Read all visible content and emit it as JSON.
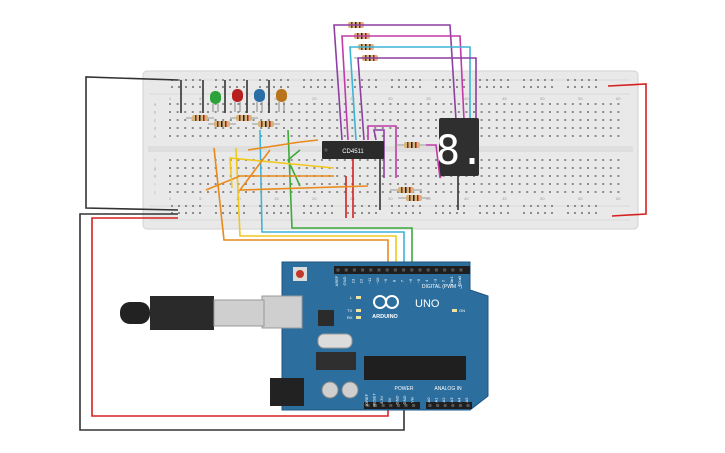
{
  "breadboard": {
    "column_numbers": [
      "1",
      "5",
      "10",
      "15",
      "20",
      "25",
      "30",
      "35",
      "40",
      "45",
      "50",
      "55",
      "60"
    ],
    "row_letters_top": [
      "a",
      "b",
      "c",
      "d",
      "e"
    ],
    "row_letters_bottom": [
      "f",
      "g",
      "h",
      "i",
      "j"
    ]
  },
  "ic": {
    "label": "CD4511"
  },
  "arduino": {
    "brand": "ARDUINO",
    "model": "UNO",
    "digital_label": "DIGITAL (PWM ~)",
    "power_label": "POWER",
    "analog_label": "ANALOG IN",
    "on_label": "ON",
    "l_label": "L",
    "tx_label": "TX",
    "rx_label": "RX",
    "digital_pins": [
      "AREF",
      "GND",
      "13",
      "12",
      "~11",
      "~10",
      "~9",
      "8",
      "7",
      "~6",
      "~5",
      "4",
      "~3",
      "2",
      "TX▸1",
      "RX◂0"
    ],
    "power_pins": [
      "IOREF",
      "RESET",
      "3.3V",
      "5V",
      "GND",
      "GND",
      "Vin"
    ],
    "analog_pins": [
      "A0",
      "A1",
      "A2",
      "A3",
      "A4",
      "A5"
    ]
  },
  "display": {
    "digit": "8."
  },
  "colors": {
    "breadboard": "#e9e9e9",
    "arduino_board": "#2c6e9e",
    "wire_black": "#333333",
    "wire_red": "#d62020",
    "wire_orange": "#e98a1a",
    "wire_yellow": "#f1c81e",
    "wire_green": "#3eaa3a",
    "wire_cyan": "#3fb3d6",
    "wire_purple": "#8d3fa2",
    "wire_magenta": "#c03aa8",
    "led_green": "#2ea23a",
    "led_red": "#b81e1e",
    "led_blue": "#2a6ea8",
    "led_orange": "#b8731c"
  }
}
